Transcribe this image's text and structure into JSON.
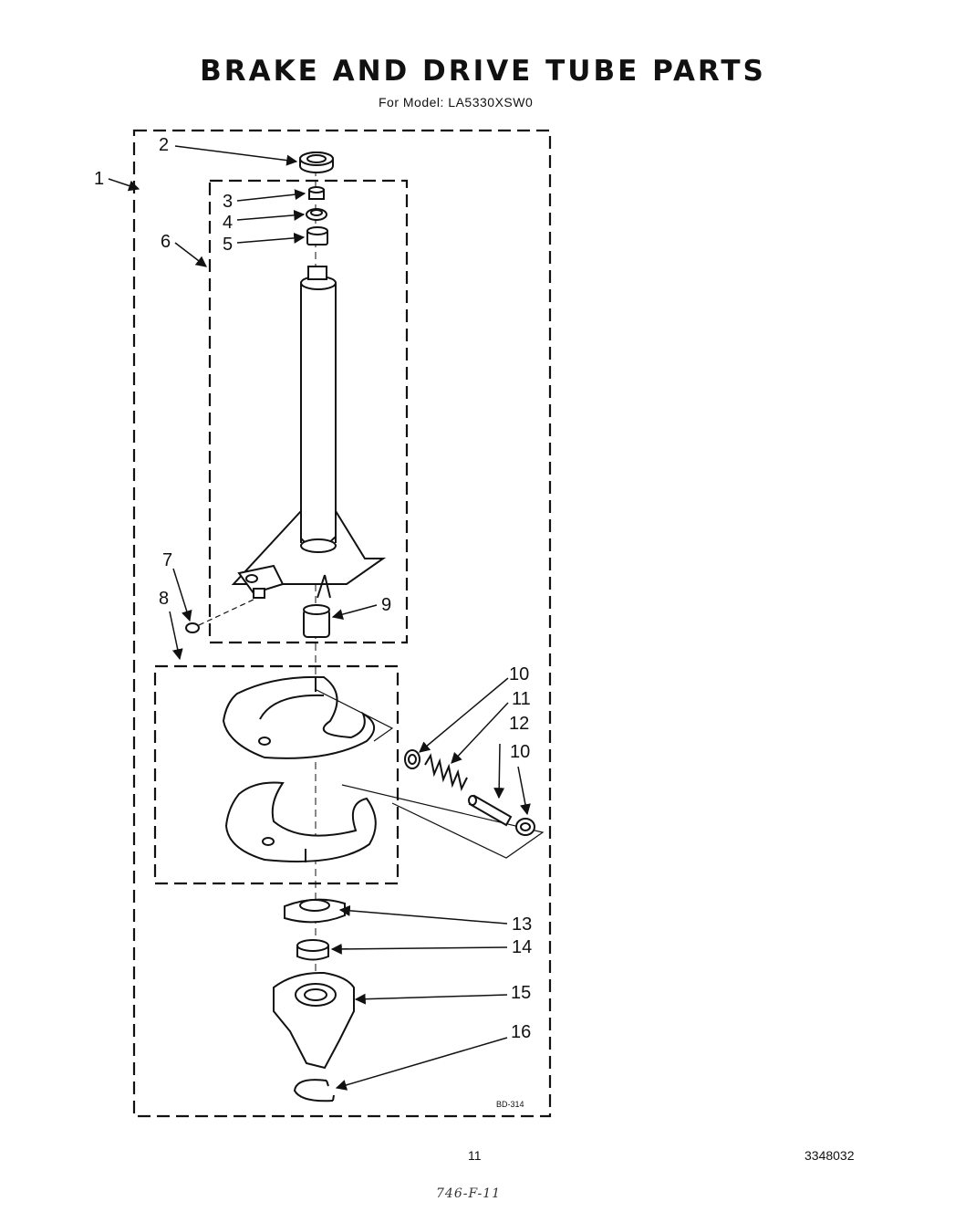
{
  "header": {
    "title": "BRAKE AND DRIVE TUBE PARTS",
    "model_line": "For Model: LA5330XSW0"
  },
  "diagram": {
    "callouts": [
      "1",
      "2",
      "3",
      "4",
      "5",
      "6",
      "7",
      "8",
      "9",
      "10",
      "11",
      "12",
      "10",
      "13",
      "14",
      "15",
      "16"
    ],
    "drawing_code": "BD-314"
  },
  "footer": {
    "page_number": "11",
    "doc_number": "3348032",
    "handwritten_note": "746-F-11"
  }
}
